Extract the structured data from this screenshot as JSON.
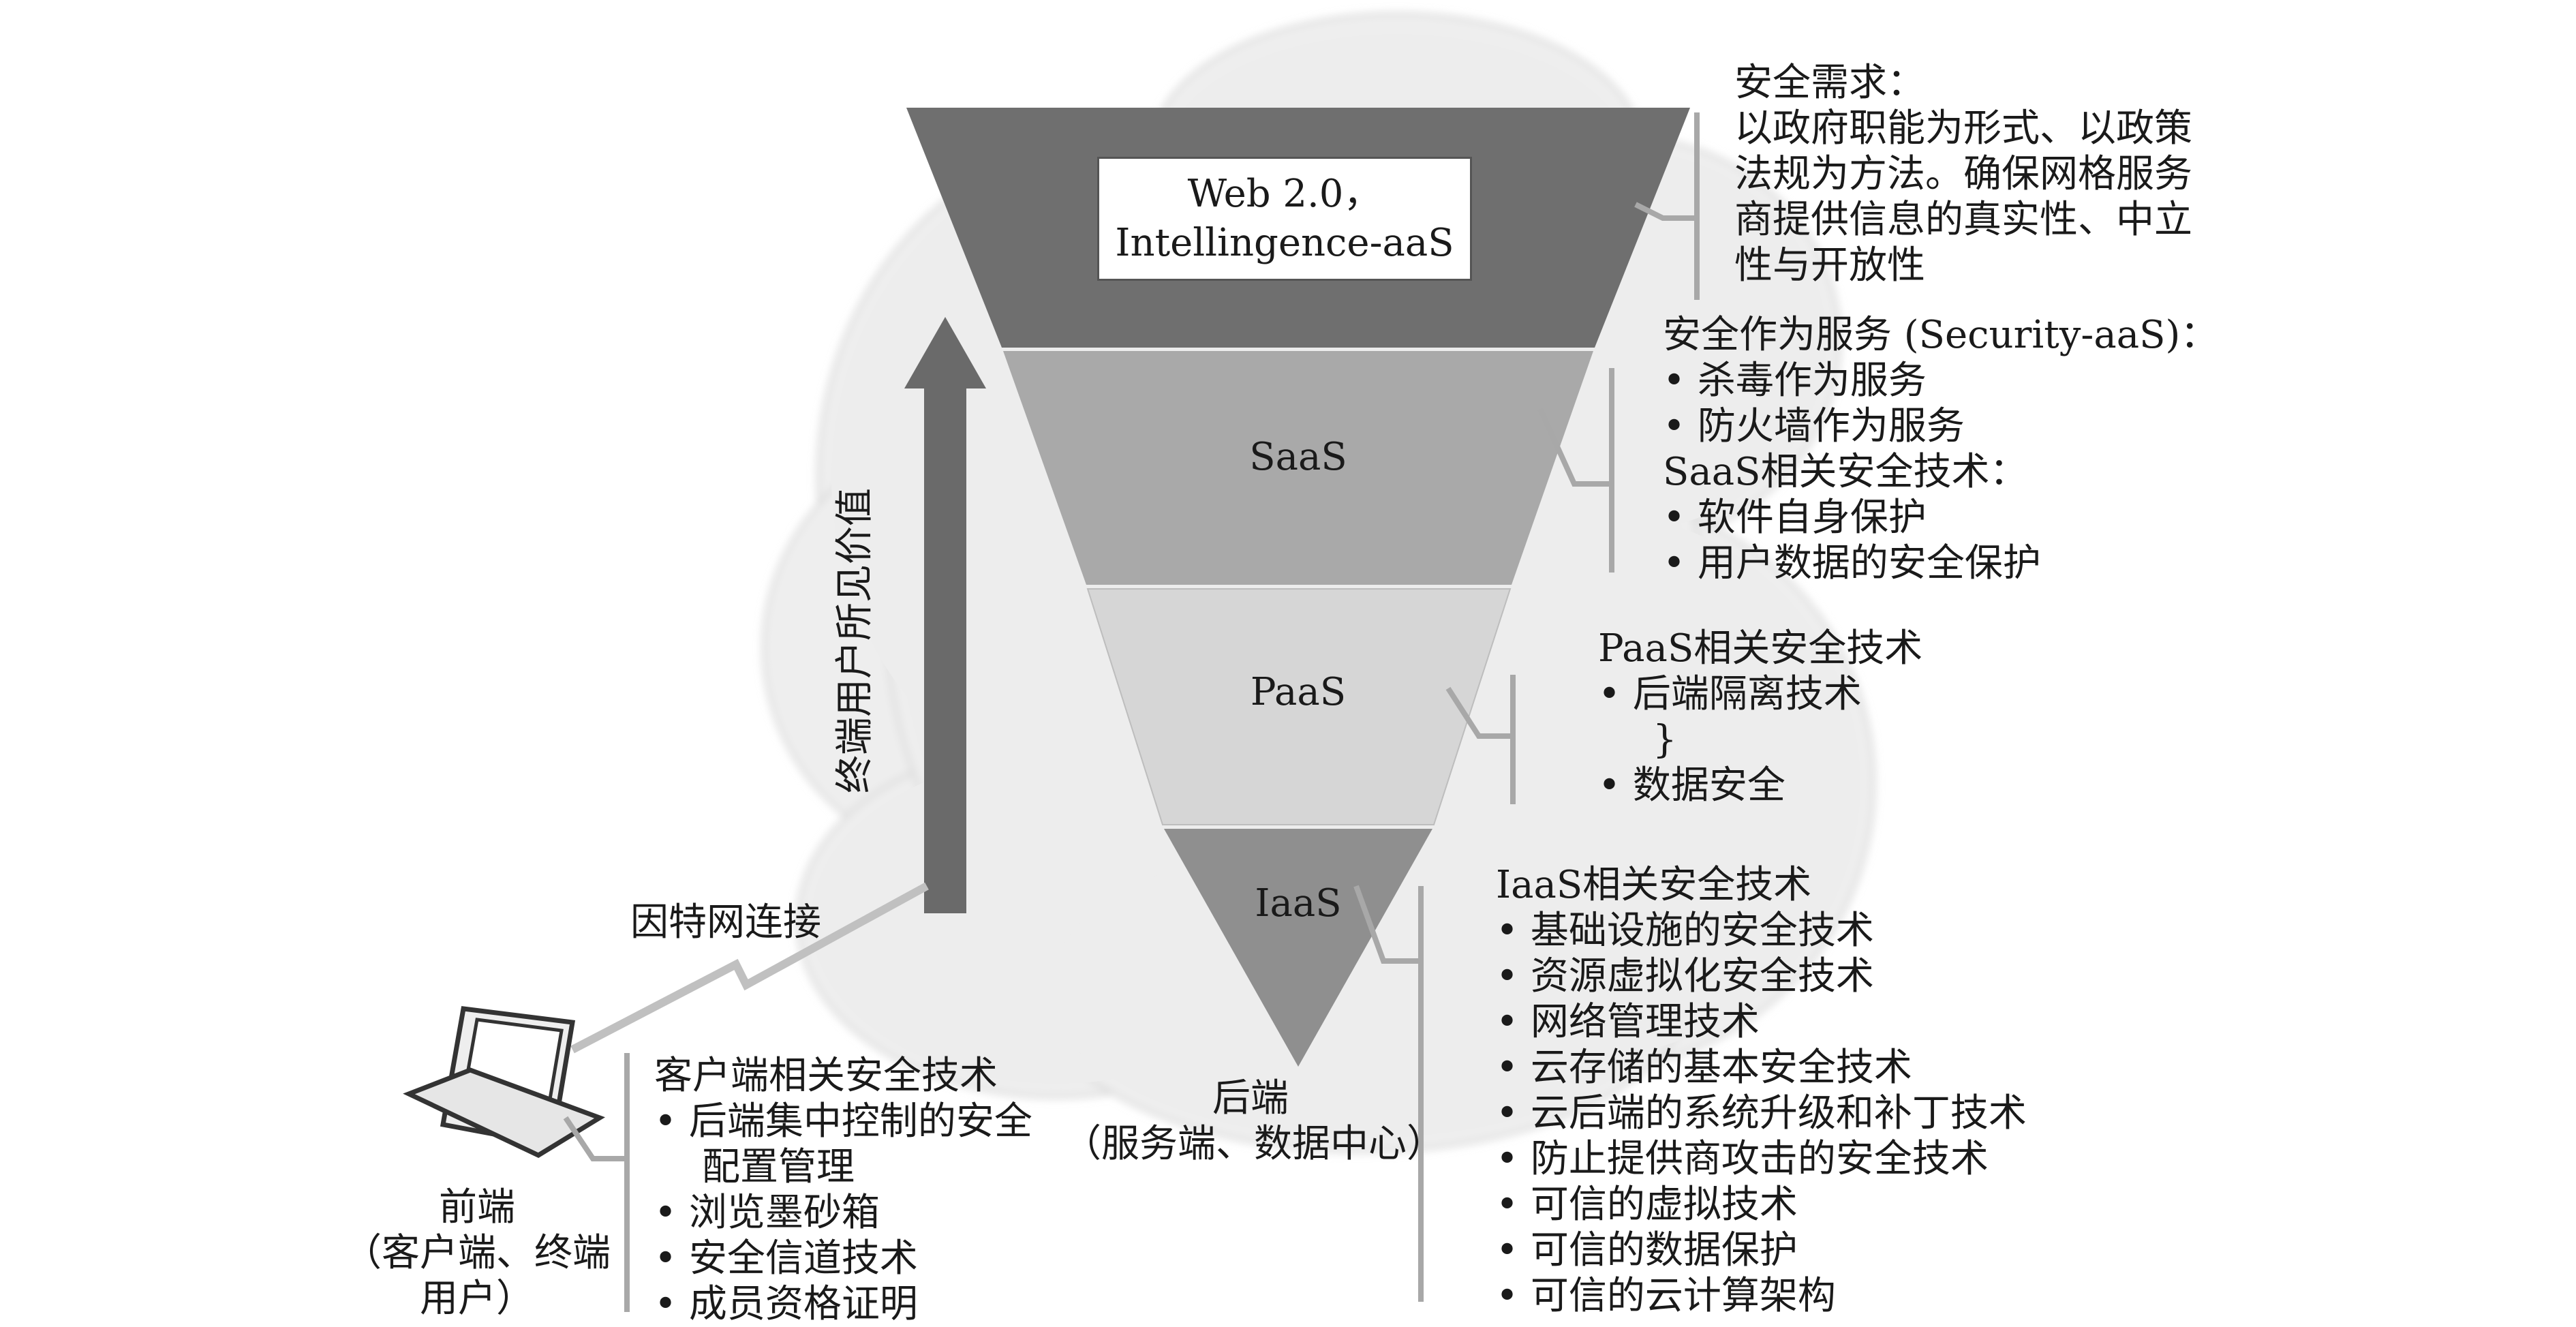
{
  "layers": [
    {
      "label": "Web 2.0，",
      "label2": "Intellingence-aaS",
      "color": "#6f6f6f"
    },
    {
      "label": "SaaS",
      "color": "#a9a9a9"
    },
    {
      "label": "PaaS",
      "color": "#d6d6d6"
    },
    {
      "label": "IaaS",
      "color": "#8f8f8f"
    }
  ],
  "arrow": {
    "label": "终端用户所见价值",
    "color": "#6a6a6a"
  },
  "internet_label": "因特网连接",
  "backend": {
    "line1": "后端",
    "line2": "（服务端、数据中心）"
  },
  "frontend": {
    "line1": "前端",
    "line2": "（客户端、终端",
    "line3": "用户）"
  },
  "security_requirement": {
    "title": "安全需求：",
    "lines": [
      "以政府职能为形式、以政策",
      "法规为方法。确保网格服务",
      "商提供信息的真实性、中立",
      "性与开放性"
    ]
  },
  "saas_security": {
    "title": "安全作为服务 (Security-aaS)：",
    "items": [
      "• 杀毒作为服务",
      "• 防火墙作为服务"
    ],
    "title2": "SaaS相关安全技术：",
    "items2": [
      "• 软件自身保护",
      "• 用户数据的安全保护"
    ]
  },
  "paas_security": {
    "title": "PaaS相关安全技术",
    "items": [
      "• 后端隔离技术",
      "}",
      "• 数据安全"
    ]
  },
  "iaas_security": {
    "title": "IaaS相关安全技术",
    "items": [
      "• 基础设施的安全技术",
      "• 资源虚拟化安全技术",
      "• 网络管理技术",
      "• 云存储的基本安全技术",
      "• 云后端的系统升级和补丁技术",
      "• 防止提供商攻击的安全技术",
      "• 可信的虚拟技术",
      "• 可信的数据保护",
      "• 可信的云计算架构"
    ]
  },
  "client_security": {
    "title": "客户端相关安全技术",
    "items": [
      "• 后端集中控制的安全",
      "  配置管理",
      "• 浏览墨砂箱",
      "• 安全信道技术",
      "• 成员资格证明"
    ]
  }
}
